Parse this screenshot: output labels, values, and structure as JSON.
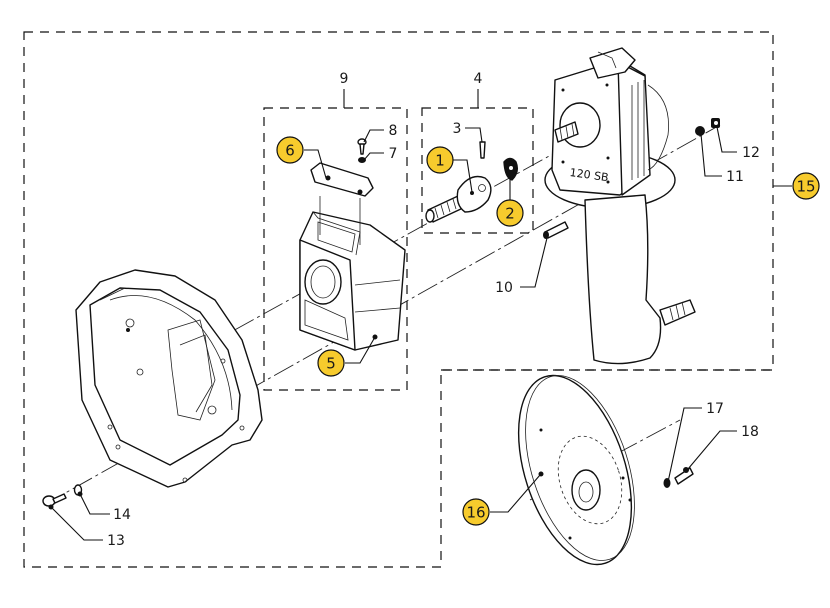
{
  "diagram": {
    "type": "exploded-parts-diagram",
    "highlight_color": "#F7CB2D",
    "housing_marking": "120 SB",
    "callouts": [
      {
        "id": "1",
        "label": "1",
        "highlighted": true
      },
      {
        "id": "2",
        "label": "2",
        "highlighted": true
      },
      {
        "id": "3",
        "label": "3",
        "highlighted": false
      },
      {
        "id": "4",
        "label": "4",
        "highlighted": false
      },
      {
        "id": "5",
        "label": "5",
        "highlighted": true
      },
      {
        "id": "6",
        "label": "6",
        "highlighted": true
      },
      {
        "id": "7",
        "label": "7",
        "highlighted": false
      },
      {
        "id": "8",
        "label": "8",
        "highlighted": false
      },
      {
        "id": "9",
        "label": "9",
        "highlighted": false
      },
      {
        "id": "10",
        "label": "10",
        "highlighted": false
      },
      {
        "id": "11",
        "label": "11",
        "highlighted": false
      },
      {
        "id": "12",
        "label": "12",
        "highlighted": false
      },
      {
        "id": "13",
        "label": "13",
        "highlighted": false
      },
      {
        "id": "14",
        "label": "14",
        "highlighted": false
      },
      {
        "id": "15",
        "label": "15",
        "highlighted": true
      },
      {
        "id": "16",
        "label": "16",
        "highlighted": true
      },
      {
        "id": "17",
        "label": "17",
        "highlighted": false
      },
      {
        "id": "18",
        "label": "18",
        "highlighted": false
      }
    ],
    "groups": [
      {
        "name": "assembly-main",
        "label": ""
      },
      {
        "name": "assembly-9",
        "label": "9"
      },
      {
        "name": "assembly-4",
        "label": "4"
      },
      {
        "name": "assembly-15",
        "label": "15"
      }
    ]
  }
}
